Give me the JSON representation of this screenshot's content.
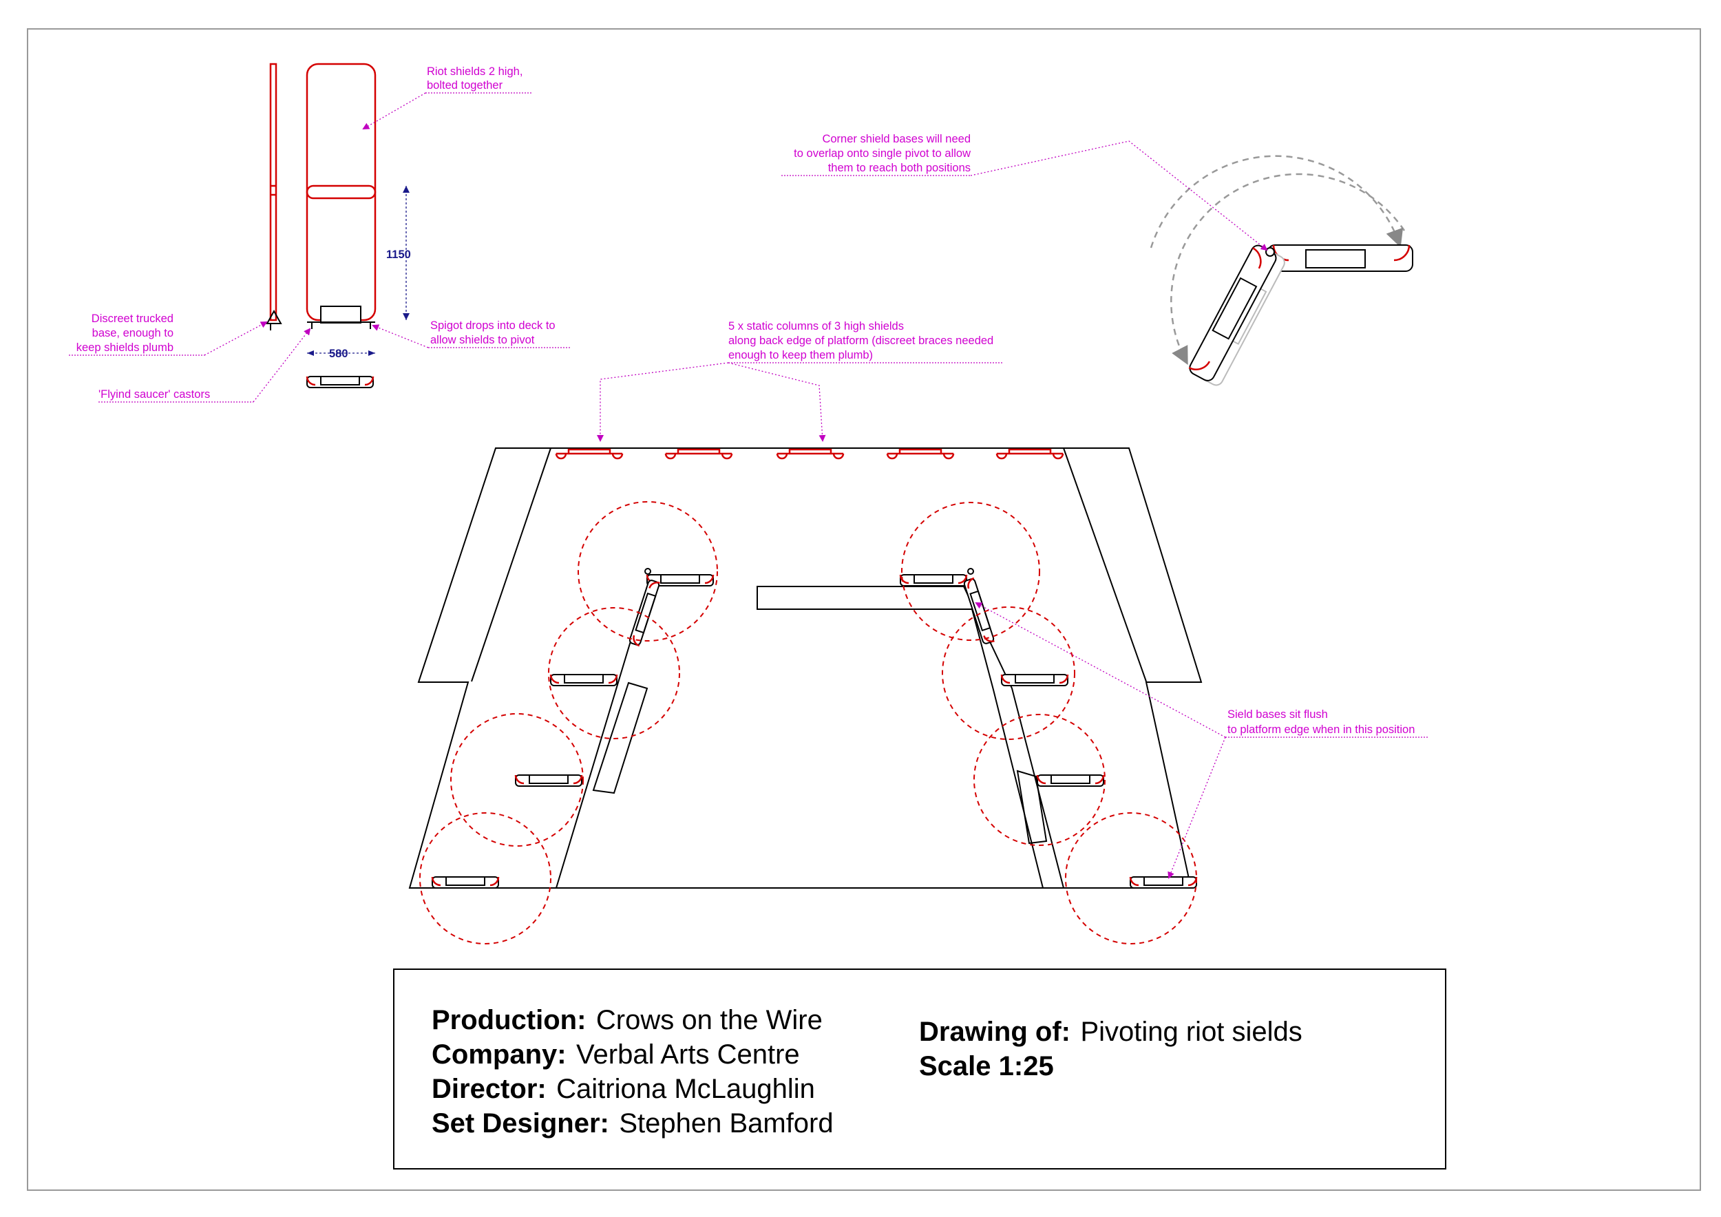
{
  "annotations": {
    "riot_shields": [
      "Riot shields 2 high,",
      "bolted together"
    ],
    "trucked_base": [
      "Discreet trucked",
      "base, enough to",
      "keep shields plumb"
    ],
    "castors": "'Flyind saucer' castors",
    "spigot": [
      "Spigot drops into deck to",
      "allow shields to pivot"
    ],
    "corner_bases": [
      "Corner shield bases will need",
      "to overlap onto single pivot to allow",
      "them to reach both positions"
    ],
    "static_columns": [
      "5 x static columns of 3 high shields",
      "along back edge of platform (discreet braces needed",
      "enough to keep them plumb)"
    ],
    "flush_bases": [
      "Sield bases sit flush",
      "to platform edge when in this position"
    ]
  },
  "dimensions": {
    "height": "1150",
    "width": "580"
  },
  "title_block": {
    "production_label": "Production:",
    "production_value": "Crows on the Wire",
    "company_label": "Company:",
    "company_value": "Verbal Arts Centre",
    "director_label": "Director:",
    "director_value": "Caitriona McLaughlin",
    "designer_label": "Set Designer:",
    "designer_value": "Stephen Bamford",
    "drawing_label": "Drawing of:",
    "drawing_value": "Pivoting riot sields",
    "scale_label": "Scale 1:25"
  },
  "colors": {
    "annotation": "#d000d0",
    "shield": "#d40000",
    "dimension": "#1a1a8a"
  }
}
